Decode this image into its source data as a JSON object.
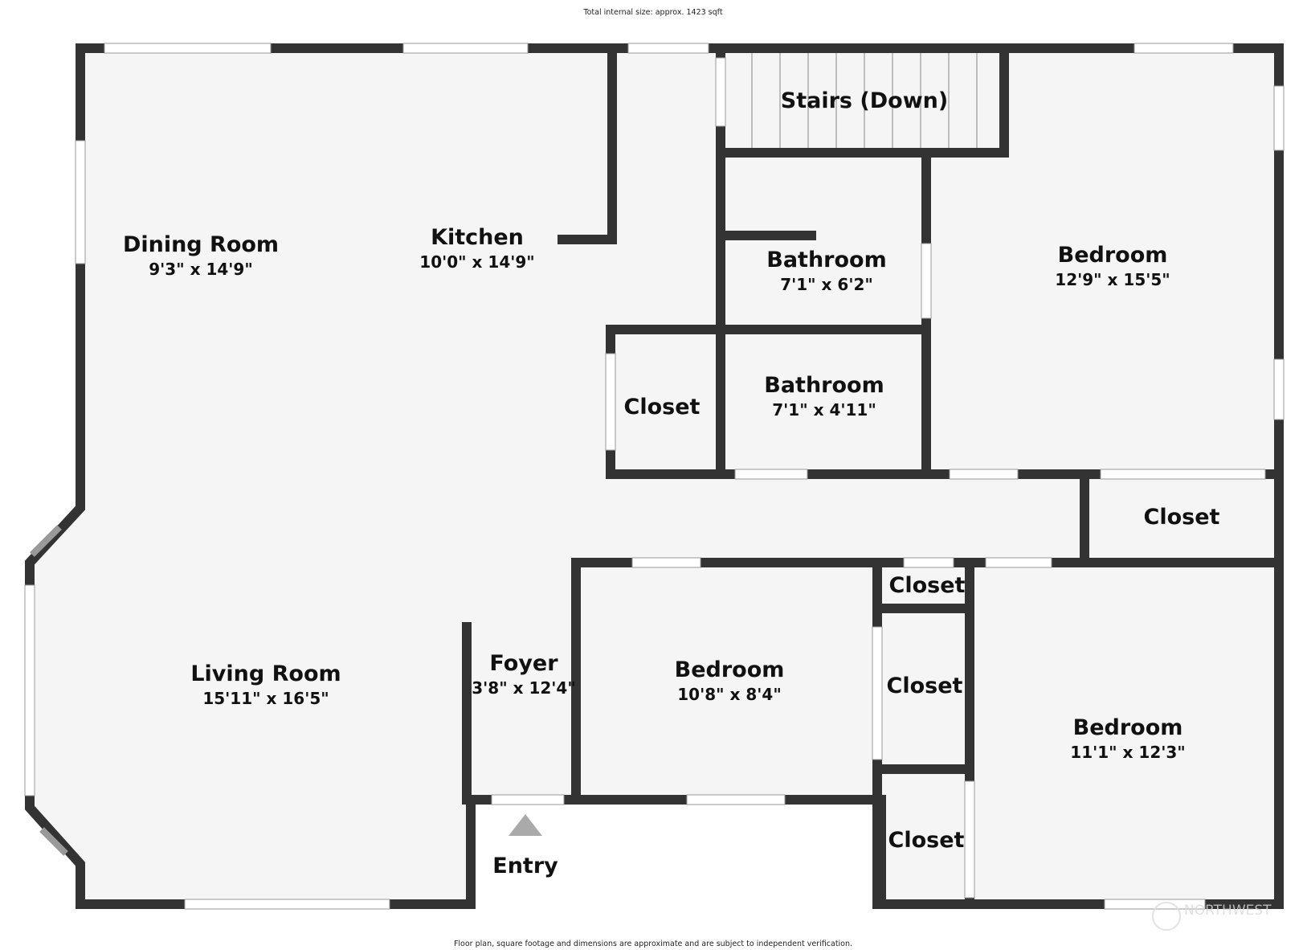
{
  "header": {
    "total_size": "Total internal size: approx. 1423 sqft"
  },
  "footer": {
    "disclaimer": "Floor plan, square footage and dimensions are approximate and are subject to independent verification."
  },
  "watermark": {
    "text": "NORTHWEST"
  },
  "colors": {
    "wall": "#333333",
    "floor": "#f5f5f5",
    "background": "#ffffff",
    "entry_marker": "#aaaaaa"
  },
  "rooms": {
    "dining": {
      "name": "Dining Room",
      "dims": "9'3\" x 14'9\""
    },
    "kitchen": {
      "name": "Kitchen",
      "dims": "10'0\" x 14'9\""
    },
    "stairs": {
      "name": "Stairs (Down)"
    },
    "bath1": {
      "name": "Bathroom",
      "dims": "7'1\" x 6'2\""
    },
    "bath2": {
      "name": "Bathroom",
      "dims": "7'1\" x 4'11\""
    },
    "closet_hall": {
      "name": "Closet"
    },
    "bed1": {
      "name": "Bedroom",
      "dims": "12'9\" x 15'5\""
    },
    "closet_right": {
      "name": "Closet"
    },
    "living": {
      "name": "Living Room",
      "dims": "15'11\" x 16'5\""
    },
    "foyer": {
      "name": "Foyer",
      "dims": "3'8\" x 12'4\""
    },
    "bed2": {
      "name": "Bedroom",
      "dims": "10'8\" x 8'4\""
    },
    "closet_a": {
      "name": "Closet"
    },
    "closet_b": {
      "name": "Closet"
    },
    "closet_c": {
      "name": "Closet"
    },
    "bed3": {
      "name": "Bedroom",
      "dims": "11'1\" x 12'3\""
    },
    "entry": {
      "name": "Entry"
    }
  }
}
